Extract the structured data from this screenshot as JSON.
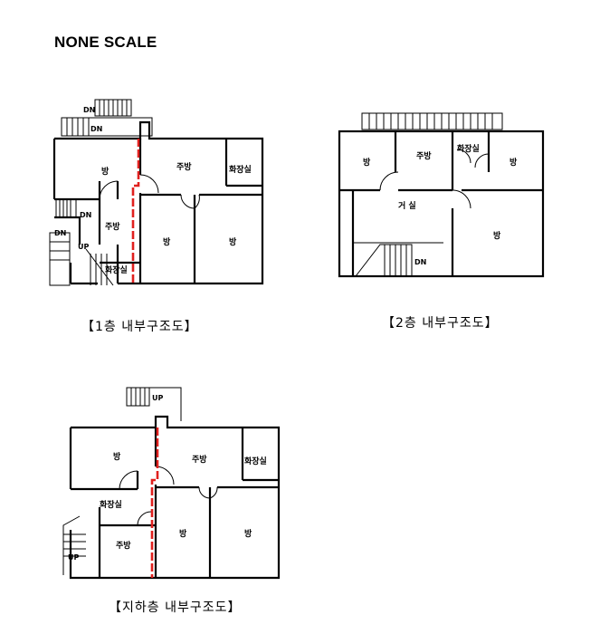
{
  "title": "NONE SCALE",
  "plans": {
    "first": {
      "caption": "【1층  내부구조도】",
      "rooms": {
        "room_a": "방",
        "kitchen": "주방",
        "bath": "화장실",
        "kitchen2": "주방",
        "room_b": "방",
        "room_c": "방",
        "bath2": "화장실"
      },
      "stairs": {
        "dn1": "DN",
        "dn2": "DN",
        "dn3": "DN",
        "dn4": "DN",
        "up": "UP"
      }
    },
    "second": {
      "caption": "【2층  내부구조도】",
      "rooms": {
        "room_a": "방",
        "kitchen": "주방",
        "bath": "화장실",
        "room_b": "방",
        "living": "거 실",
        "room_c": "방"
      },
      "stairs": {
        "dn": "DN"
      }
    },
    "basement": {
      "caption": "【지하층  내부구조도】",
      "rooms": {
        "room_a": "방",
        "kitchen": "주방",
        "bath": "화장실",
        "bath2": "화장실",
        "kitchen2": "주방",
        "room_b": "방",
        "room_c": "방"
      },
      "stairs": {
        "up1": "UP",
        "up2": "UP"
      }
    }
  },
  "colors": {
    "wall": "#000000",
    "divider": "#e0201e"
  }
}
